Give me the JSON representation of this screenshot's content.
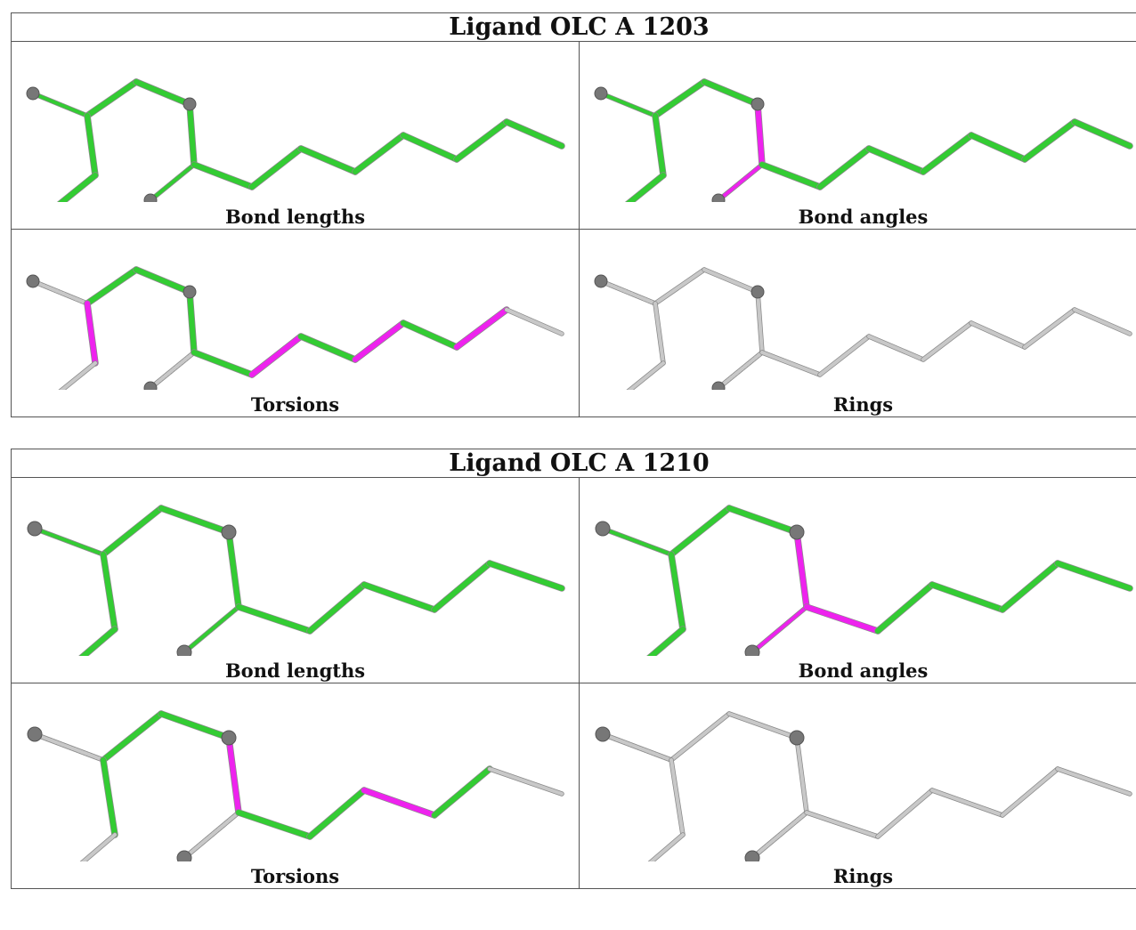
{
  "colors": {
    "ok": "#33cc33",
    "outlier": "#ee22ee",
    "neutral": "#c8c8c8",
    "atom": "#777777"
  },
  "panels": [
    {
      "title": "Ligand OLC A 1203",
      "cells": [
        {
          "caption": "Bond lengths"
        },
        {
          "caption": "Bond angles"
        },
        {
          "caption": "Torsions"
        },
        {
          "caption": "Rings"
        }
      ]
    },
    {
      "title": "Ligand OLC A 1210",
      "cells": [
        {
          "caption": "Bond lengths"
        },
        {
          "caption": "Bond angles"
        },
        {
          "caption": "Torsions"
        },
        {
          "caption": "Rings"
        }
      ]
    }
  ]
}
